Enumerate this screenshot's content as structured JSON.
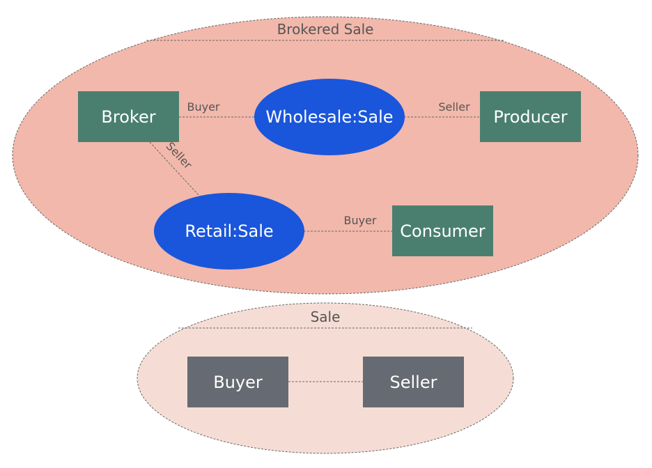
{
  "colors": {
    "outer_fill": "#f2b8ab",
    "inner_fill": "#f5ddd5",
    "border": "#666666",
    "role_box": "#4a7f70",
    "sale_ellipse": "#1a56db",
    "plain_box": "#666a72",
    "text_light": "#ffffff",
    "text_dark": "#555555"
  },
  "brokered_sale": {
    "title": "Brokered Sale",
    "nodes": {
      "broker": "Broker",
      "wholesale_sale": "Wholesale:Sale",
      "producer": "Producer",
      "retail_sale": "Retail:Sale",
      "consumer": "Consumer"
    },
    "edges": {
      "broker_wholesale": "Buyer",
      "wholesale_producer": "Seller",
      "broker_retail": "Seller",
      "retail_consumer": "Buyer"
    }
  },
  "sale": {
    "title": "Sale",
    "nodes": {
      "buyer": "Buyer",
      "seller": "Seller"
    }
  }
}
